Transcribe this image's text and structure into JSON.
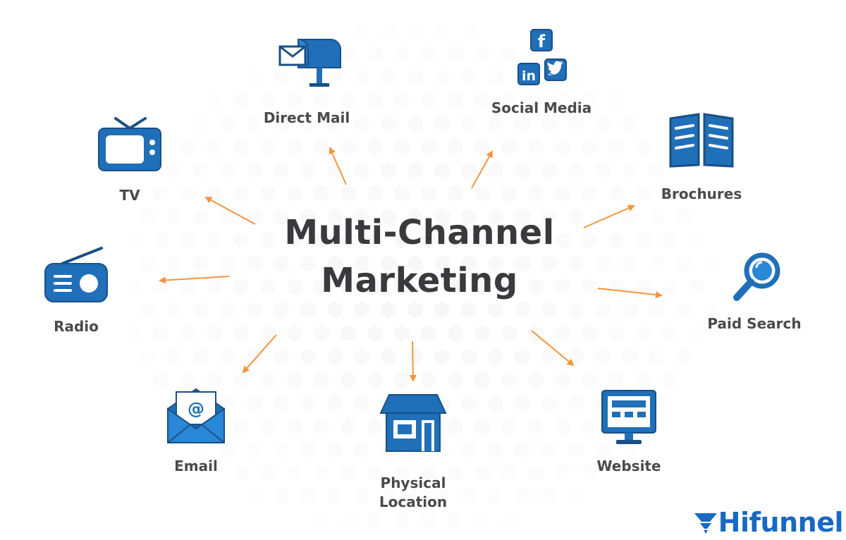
{
  "title": {
    "line1": "Multi-Channel",
    "line2": "Marketing"
  },
  "channels": [
    {
      "label": "Direct Mail",
      "icon": "mailbox-icon"
    },
    {
      "label": "Social Media",
      "icon": "social-media-icon"
    },
    {
      "label": "Brochures",
      "icon": "brochure-icon"
    },
    {
      "label": "Paid Search",
      "icon": "magnifier-icon"
    },
    {
      "label": "Website",
      "icon": "monitor-icon"
    },
    {
      "label": "Physical",
      "label2": "Location",
      "icon": "storefront-icon"
    },
    {
      "label": "Email",
      "icon": "email-icon"
    },
    {
      "label": "Radio",
      "icon": "radio-icon"
    },
    {
      "label": "TV",
      "icon": "tv-icon"
    }
  ],
  "brand": {
    "name": "Hifunnel",
    "icon": "funnel-logo-icon"
  },
  "colors": {
    "icon_blue": "#1f6fb9",
    "arrow_orange": "#f4943f",
    "text_dark": "#3a3a3e",
    "brand_blue": "#1769c4"
  }
}
